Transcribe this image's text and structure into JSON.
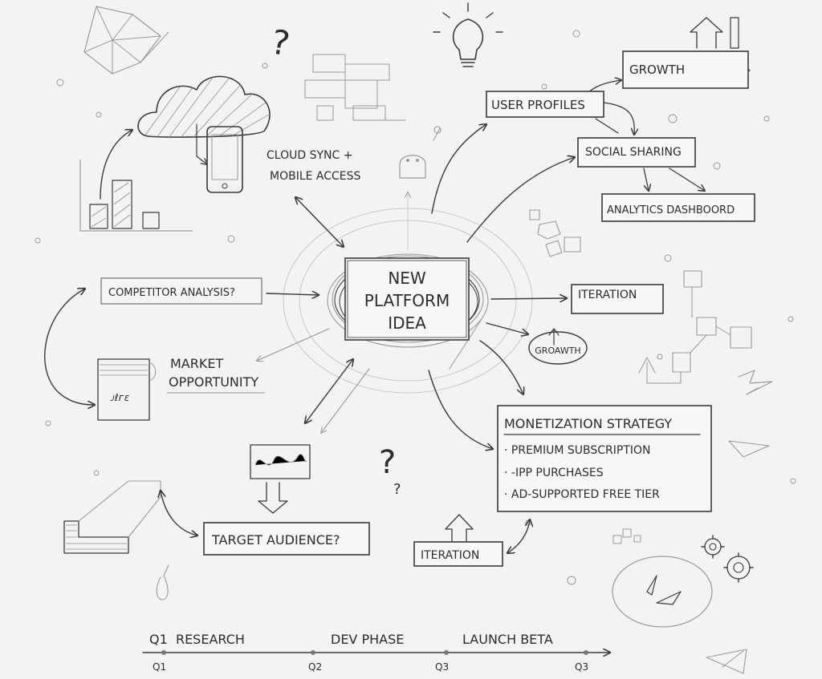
{
  "central": {
    "line1": "NEW",
    "line2": "PLATFORM",
    "line3": "IDEA"
  },
  "labels": {
    "cloud_sync_1": "CLOUD SYNC +",
    "cloud_sync_2": "MOBILE ACCESS",
    "growth_top": "GROWTH",
    "user_profiles": "USER PROFILES",
    "social_sharing": "SOCIAL SHARING",
    "analytics_dashboard": "ANALYTICS DASHBOORD",
    "competitor_analysis": "COMPETITOR ANALYSIS?",
    "iteration_right": "ITERATION",
    "growth_small": "GROAWTH",
    "market_1": "MARKET",
    "market_2": "OPPORTUNITY",
    "target_audience": "TARGET AUDIENCE?",
    "iteration_bottom": "ITERATION"
  },
  "monetization": {
    "title": "MONETIZATION STRATEGY",
    "items": [
      "PREMIUM SUBSCRIPTION",
      "-IPP PURCHASES",
      "AD-SUPPORTED FREE TIER"
    ]
  },
  "timeline": {
    "phases": [
      "Q1  RESEARCH",
      "DEV PHASE",
      "LAUNCH BETA"
    ],
    "ticks": [
      "Q1",
      "Q2",
      "Q3",
      "Q3"
    ]
  }
}
